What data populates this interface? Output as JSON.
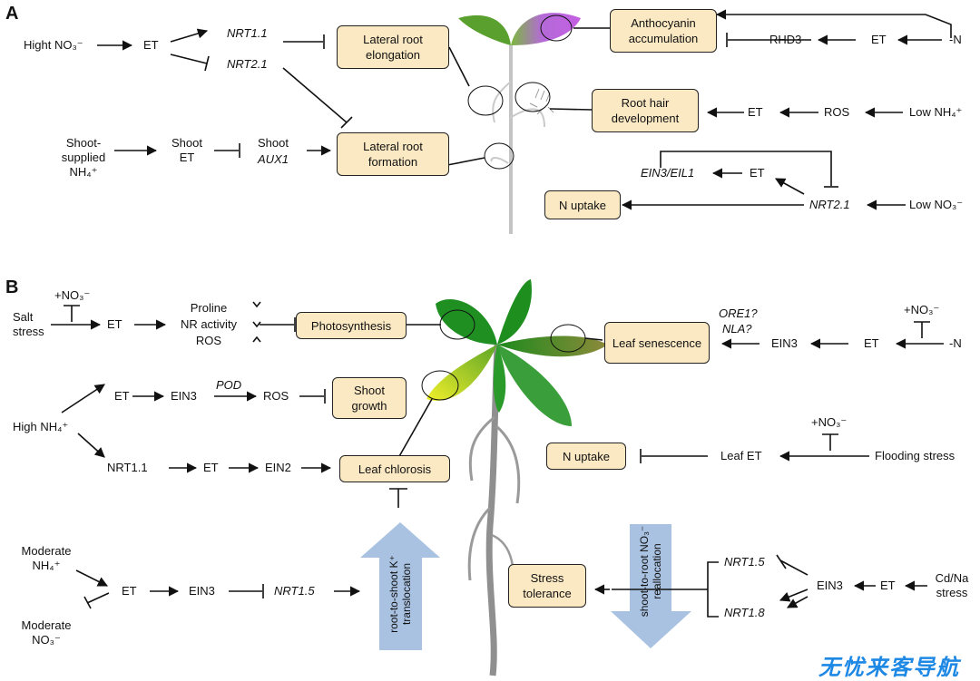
{
  "panels": {
    "a": "A",
    "b": "B"
  },
  "a": {
    "high_no3": "Hight NO₃⁻",
    "et1": "ET",
    "nrt11": "NRT1.1",
    "nrt21": "NRT2.1",
    "lateral_root_elongation": "Lateral root elongation",
    "shoot_supplied": "Shoot- supplied NH₄⁺",
    "shoot_et": "Shoot ET",
    "shoot_aux1_a": "Shoot",
    "shoot_aux1_b": "AUX1",
    "lateral_root_formation": "Lateral root formation",
    "anthocyanin": "Anthocyanin accumulation",
    "rhd3": "RHD3",
    "et_n": "ET",
    "minus_n": "-N",
    "root_hair": "Root hair development",
    "et_rh": "ET",
    "ros": "ROS",
    "low_nh4": "Low NH₄⁺",
    "ein3_eil1": "EIN3/EIL1",
    "et_ein3": "ET",
    "n_uptake": "N uptake",
    "nrt21_b": "NRT2.1",
    "low_no3": "Low NO₃⁻"
  },
  "b": {
    "plus_no3_salt": "+NO₃⁻",
    "salt_stress": "Salt stress",
    "et_salt": "ET",
    "proline": "Proline",
    "nr_activity": "NR activity",
    "ros": "ROS",
    "photosynthesis": "Photosynthesis",
    "high_nh4": "High NH₄⁺",
    "et_h": "ET",
    "ein3_h": "EIN3",
    "pod": "POD",
    "ros_h": "ROS",
    "shoot_growth": "Shoot growth",
    "nrt11_h": "NRT1.1",
    "et_h2": "ET",
    "ein2": "EIN2",
    "leaf_chlorosis": "Leaf chlorosis",
    "moderate_nh4": "Moderate NH₄⁺",
    "moderate_no3": "Moderate NO₃⁻",
    "et_m": "ET",
    "ein3_m": "EIN3",
    "nrt15_m": "NRT1.5",
    "k_translocation": "root-to-shoot K⁺ translocation",
    "ore1": "ORE1?",
    "nla": "NLA?",
    "leaf_senescence": "Leaf senescence",
    "ein3_ls": "EIN3",
    "et_ls": "ET",
    "plus_no3_ls": "+NO₃⁻",
    "minus_n": "-N",
    "n_uptake": "N uptake",
    "leaf_et": "Leaf ET",
    "plus_no3_fl": "+NO₃⁻",
    "flooding": "Flooding stress",
    "stress_tolerance": "Stress tolerance",
    "no3_reallocation": "shoot-to-root NO₃⁻ reallocation",
    "nrt15_cd": "NRT1.5",
    "nrt18_cd": "NRT1.8",
    "ein3_cd": "EIN3",
    "et_cd": "ET",
    "cd_na": "Cd/Na stress"
  },
  "watermark": "无忧来客导航",
  "colors": {
    "box_fill": "#fbe9c4",
    "arrow_blue": "#a9c2e2",
    "leaf_green": "#2e9b2e",
    "purple": "#c05ee0"
  }
}
